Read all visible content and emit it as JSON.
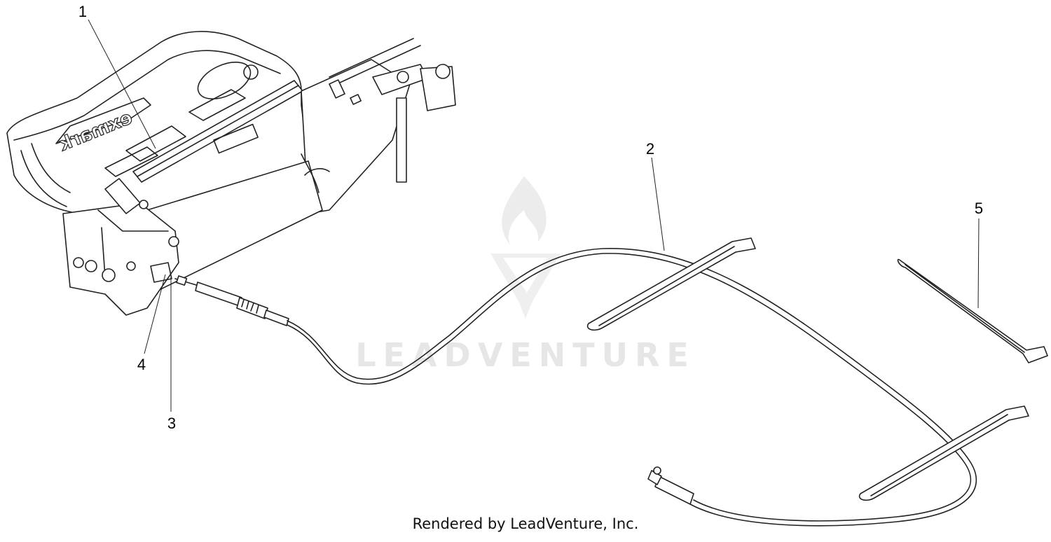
{
  "diagram": {
    "callouts": [
      {
        "id": "1",
        "label": "1"
      },
      {
        "id": "2",
        "label": "2"
      },
      {
        "id": "3",
        "label": "3"
      },
      {
        "id": "4",
        "label": "4"
      },
      {
        "id": "5",
        "label": "5"
      }
    ],
    "brand_on_part": "exmark",
    "watermark": "LEADVENTURE"
  },
  "footer": {
    "credit": "Rendered by LeadVenture, Inc."
  },
  "colors": {
    "line": "#222222",
    "watermark": "#e6e6e6",
    "background": "#ffffff"
  }
}
